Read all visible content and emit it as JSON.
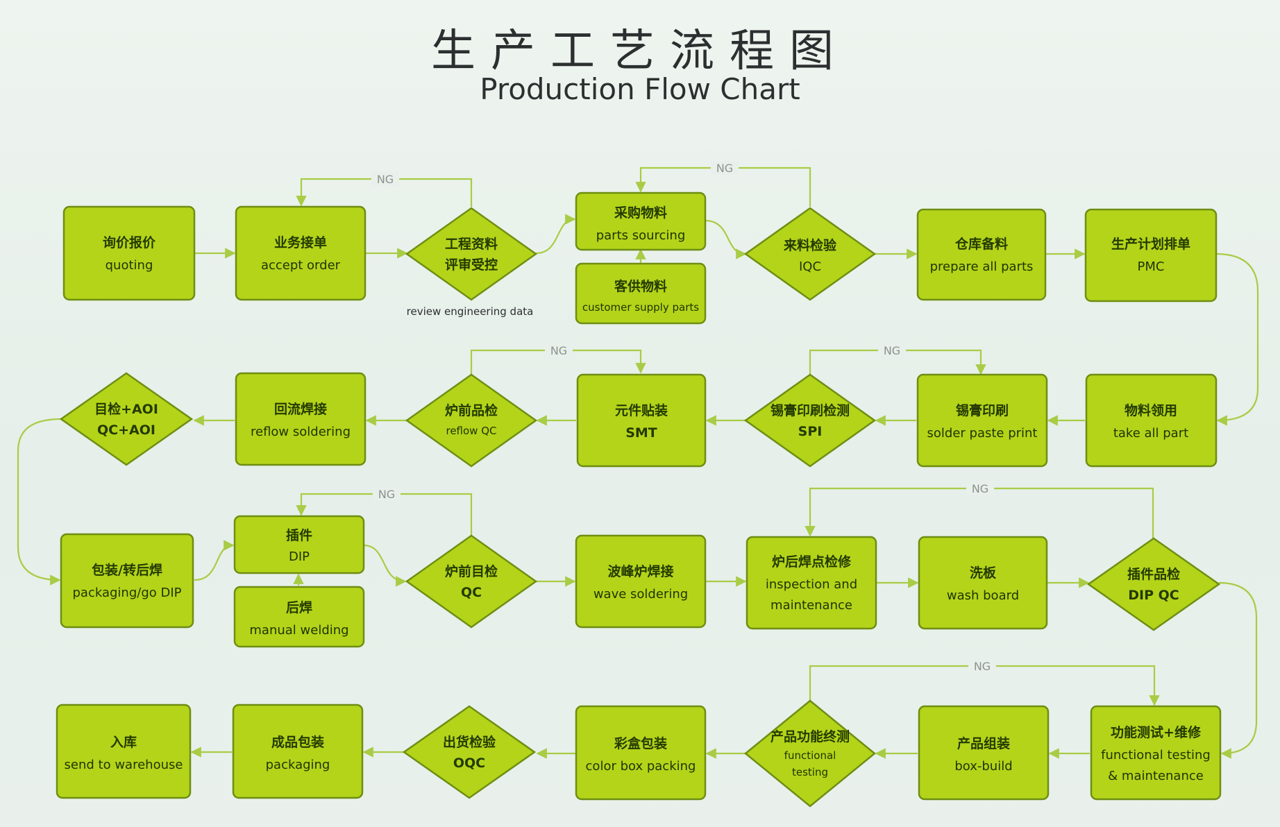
{
  "title": {
    "cn": "生产工艺流程图",
    "en": "Production Flow Chart"
  },
  "ng_label": "NG",
  "colors": {
    "node_fill": "#b4d41a",
    "node_border": "#6e8e12",
    "edge": "#a8cc45",
    "background": "#e9f0ec"
  },
  "nodes": {
    "quoting": {
      "cn": "询价报价",
      "en": "quoting"
    },
    "accept_order": {
      "cn": "业务接单",
      "en": "accept order"
    },
    "review_eng": {
      "cn1": "工程资料",
      "cn2": "评审受控",
      "note": "review engineering data"
    },
    "parts_sourcing": {
      "cn": "采购物料",
      "en": "parts sourcing"
    },
    "customer_supply": {
      "cn": "客供物料",
      "en": "customer supply parts"
    },
    "iqc": {
      "cn": "来料检验",
      "en": "IQC"
    },
    "prepare_parts": {
      "cn": "仓库备料",
      "en": "prepare all parts"
    },
    "pmc": {
      "cn": "生产计划排单",
      "en": "PMC"
    },
    "take_all_part": {
      "cn": "物料领用",
      "en": "take all part"
    },
    "solder_paste_print": {
      "cn": "锡膏印刷",
      "en": "solder paste print"
    },
    "spi": {
      "cn": "锡膏印刷检测",
      "en": "SPI"
    },
    "smt": {
      "cn": "元件贴装",
      "en": "SMT"
    },
    "reflow_qc": {
      "cn": "炉前品检",
      "en": "reflow QC"
    },
    "reflow_soldering": {
      "cn": "回流焊接",
      "en": "reflow soldering"
    },
    "qc_aoi": {
      "cn": "目检+AOI",
      "en": "QC+AOI"
    },
    "packaging_dip": {
      "cn": "包装/转后焊",
      "en": "packaging/go DIP"
    },
    "dip": {
      "cn": "插件",
      "en": "DIP"
    },
    "manual_welding": {
      "cn": "后焊",
      "en": "manual welding"
    },
    "pre_qc": {
      "cn": "炉前目检",
      "en": "QC"
    },
    "wave_soldering": {
      "cn": "波峰炉焊接",
      "en": "wave soldering"
    },
    "inspection": {
      "cn": "炉后焊点检修",
      "en1": "inspection and",
      "en2": "maintenance"
    },
    "wash_board": {
      "cn": "洗板",
      "en": "wash board"
    },
    "dip_qc": {
      "cn": "插件品检",
      "en": "DIP QC"
    },
    "functional_testing": {
      "cn": "功能测试+维修",
      "en1": "functional testing",
      "en2": "& maintenance"
    },
    "box_build": {
      "cn": "产品组装",
      "en": "box-build"
    },
    "final_function_test": {
      "cn": "产品功能终测",
      "en1": "functional",
      "en2": "testing"
    },
    "color_box_packing": {
      "cn": "彩盒包装",
      "en": "color box packing"
    },
    "oqc": {
      "cn": "出货检验",
      "en": "OQC"
    },
    "packaging": {
      "cn": "成品包装",
      "en": "packaging"
    },
    "send_warehouse": {
      "cn": "入库",
      "en": "send to warehouse"
    }
  }
}
